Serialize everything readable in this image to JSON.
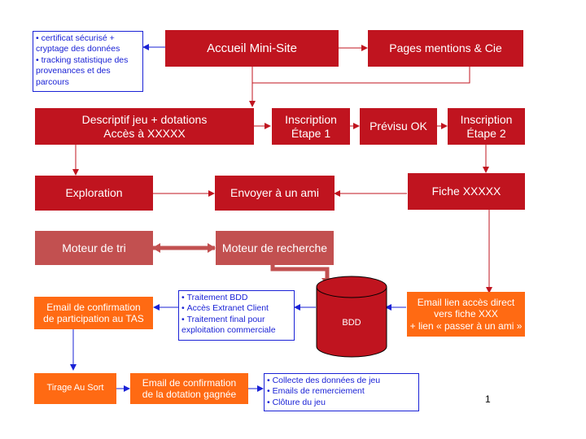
{
  "nodes": {
    "accueil": "Accueil Mini-Site",
    "pages_mentions": "Pages mentions & Cie",
    "descriptif_line1": "Descriptif jeu + dotations",
    "descriptif_line2": "Accès à XXXXX",
    "inscription1_line1": "Inscription",
    "inscription1_line2": "Étape 1",
    "previsu": "Prévisu OK",
    "inscription2_line1": "Inscription",
    "inscription2_line2": "Étape 2",
    "exploration": "Exploration",
    "envoyer": "Envoyer à un ami",
    "fiche": "Fiche XXXXX",
    "moteur_tri": "Moteur de tri",
    "moteur_recherche": "Moteur de recherche",
    "bdd": "BDD",
    "email_lien_line1": "Email lien accès direct",
    "email_lien_line2": "vers fiche XXX",
    "email_lien_line3": "+ lien « passer à un ami »",
    "email_participation_line1": "Email de confirmation",
    "email_participation_line2": "de participation au TAS",
    "tirage": "Tirage Au Sort",
    "email_dotation_line1": "Email de confirmation",
    "email_dotation_line2": "de la dotation gagnée"
  },
  "notes": {
    "security": [
      "certificat sécurisé + cryptage des données",
      "tracking statistique des provenances et des parcours"
    ],
    "traitement": [
      "Traitement BDD",
      "Accès Extranet Client",
      "Traitement final pour exploitation commerciale"
    ],
    "collecte": [
      "Collecte des données de jeu",
      "Emails de remerciement",
      "Clôture du jeu"
    ]
  },
  "page_number": "1",
  "colors": {
    "flow_red": "#c0141f",
    "muted_red": "#c25050",
    "orange": "#ff6a13",
    "note_blue": "#1a22d6"
  }
}
